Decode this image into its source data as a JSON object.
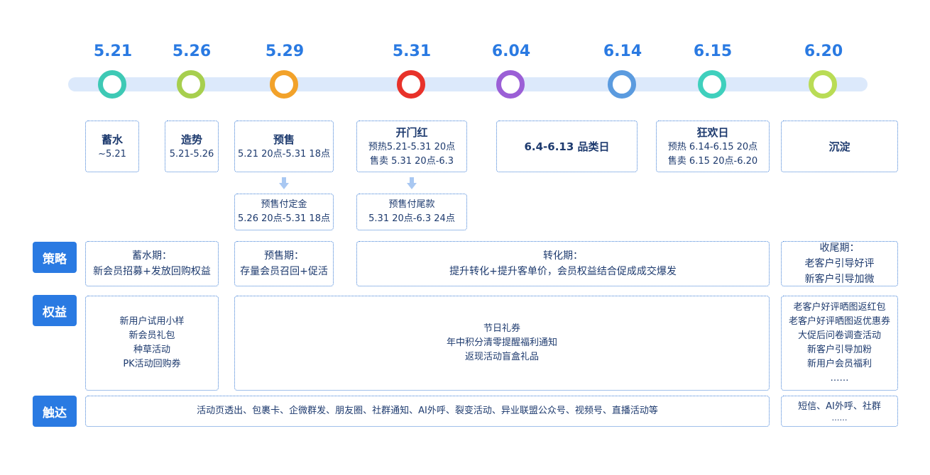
{
  "timeline": {
    "dates": [
      "5.21",
      "5.26",
      "5.29",
      "5.31",
      "6.04",
      "6.14",
      "6.15",
      "6.20"
    ],
    "node_colors": [
      "#3ec9b5",
      "#a7cf4e",
      "#f2a22a",
      "#e8322a",
      "#9b5fd6",
      "#5b9bdf",
      "#3fd0bd",
      "#b9dc55"
    ]
  },
  "phases": [
    {
      "title": "蓄水",
      "lines": [
        "~5.21"
      ]
    },
    {
      "title": "造势",
      "lines": [
        "5.21-5.26"
      ]
    },
    {
      "title": "预售",
      "lines": [
        "5.21 20点-5.31 18点"
      ]
    },
    {
      "title": "开门红",
      "lines": [
        "预热5.21-5.31 20点",
        "售卖 5.31 20点-6.3"
      ]
    },
    {
      "title": "6.4-6.13 品类日",
      "lines": []
    },
    {
      "title": "狂欢日",
      "lines": [
        "预热 6.14-6.15 20点",
        "售卖 6.15 20点-6.20"
      ]
    },
    {
      "title": "沉淀",
      "lines": []
    }
  ],
  "sub_phases": [
    {
      "lines": [
        "预售付定金",
        "5.26 20点-5.31 18点"
      ]
    },
    {
      "lines": [
        "预售付尾款",
        "5.31 20点-6.3 24点"
      ]
    }
  ],
  "rows": {
    "strategy": {
      "label": "策略",
      "cells": [
        {
          "lines": [
            "蓄水期：",
            "新会员招募+发放回购权益"
          ]
        },
        {
          "lines": [
            "预售期：",
            "存量会员召回+促活"
          ]
        },
        {
          "lines": [
            "转化期：",
            "提升转化+提升客单价，会员权益结合促成成交爆发"
          ]
        },
        {
          "lines": [
            "收尾期：",
            "老客户引导好评",
            "新客户引导加微"
          ]
        }
      ]
    },
    "benefits": {
      "label": "权益",
      "cells": [
        {
          "lines": [
            "新用户试用小样",
            "新会员礼包",
            "种草活动",
            "PK活动回购券"
          ]
        },
        {
          "lines": [
            "节日礼券",
            "年中积分清零提醒福利通知",
            "返现活动盲盒礼品"
          ]
        },
        {
          "lines": [
            "老客户好评晒图返红包",
            "老客户好评晒图返优惠券",
            "大促后问卷调查活动",
            "新客户引导加粉",
            "新用户会员福利",
            "……"
          ]
        }
      ]
    },
    "reach": {
      "label": "触达",
      "cells": [
        {
          "lines": [
            "活动页透出、包裹卡、企微群发、朋友圈、社群通知、AI外呼、裂变活动、异业联盟公众号、视频号、直播活动等"
          ]
        },
        {
          "lines": [
            "短信、AI外呼、社群",
            "……"
          ]
        }
      ]
    }
  }
}
